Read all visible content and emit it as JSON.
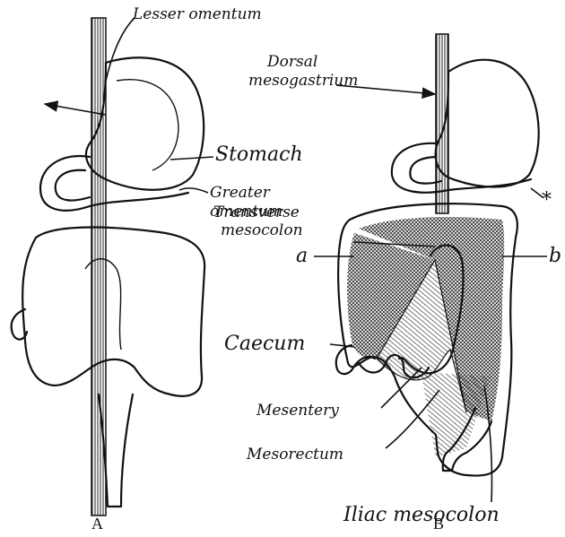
{
  "panel_a": {
    "caption": "A",
    "labels": {
      "lesser_omentum": "Lesser omentum",
      "stomach": "Stomach",
      "greater_omentum_1": "Greater",
      "greater_omentum_2": "omentum"
    }
  },
  "panel_b": {
    "caption": "B",
    "labels": {
      "dorsal_mesogastrium_1": "Dorsal",
      "dorsal_mesogastrium_2": "mesogastrium",
      "asterisk": "*",
      "transverse_mesocolon_1": "Transverse",
      "transverse_mesocolon_2": "mesocolon",
      "a": "a",
      "b": "b",
      "caecum": "Caecum",
      "mesentery": "Mesentery",
      "mesorectum": "Mesorectum",
      "iliac_mesocolon": "Iliac mesocolon"
    }
  }
}
